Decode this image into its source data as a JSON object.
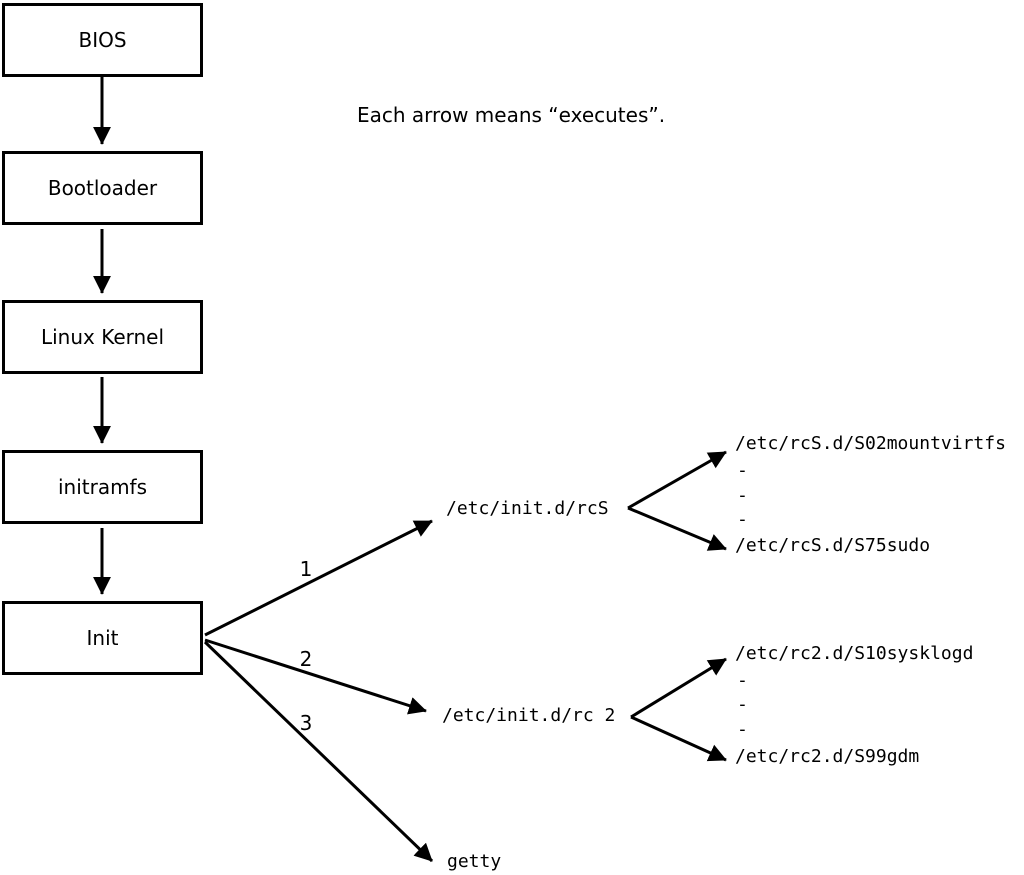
{
  "caption": "Each arrow means “executes”.",
  "boot_chain": [
    {
      "label": "BIOS"
    },
    {
      "label": "Bootloader"
    },
    {
      "label": "Linux Kernel"
    },
    {
      "label": "initramfs"
    },
    {
      "label": "Init"
    }
  ],
  "init_branches": [
    {
      "label": "1",
      "target": "/etc/init.d/rcS"
    },
    {
      "label": "2",
      "target": "/etc/init.d/rc 2"
    },
    {
      "label": "3",
      "target": "getty"
    }
  ],
  "rcS_children": {
    "first": "/etc/rcS.d/S02mountvirtfs",
    "dots": [
      "-",
      "-",
      "-"
    ],
    "last": "/etc/rcS.d/S75sudo"
  },
  "rc2_children": {
    "first": "/etc/rc2.d/S10sysklogd",
    "dots": [
      "-",
      "-",
      "-"
    ],
    "last": "/etc/rc2.d/S99gdm"
  },
  "colors": {
    "ink": "#000000",
    "background": "#ffffff"
  }
}
